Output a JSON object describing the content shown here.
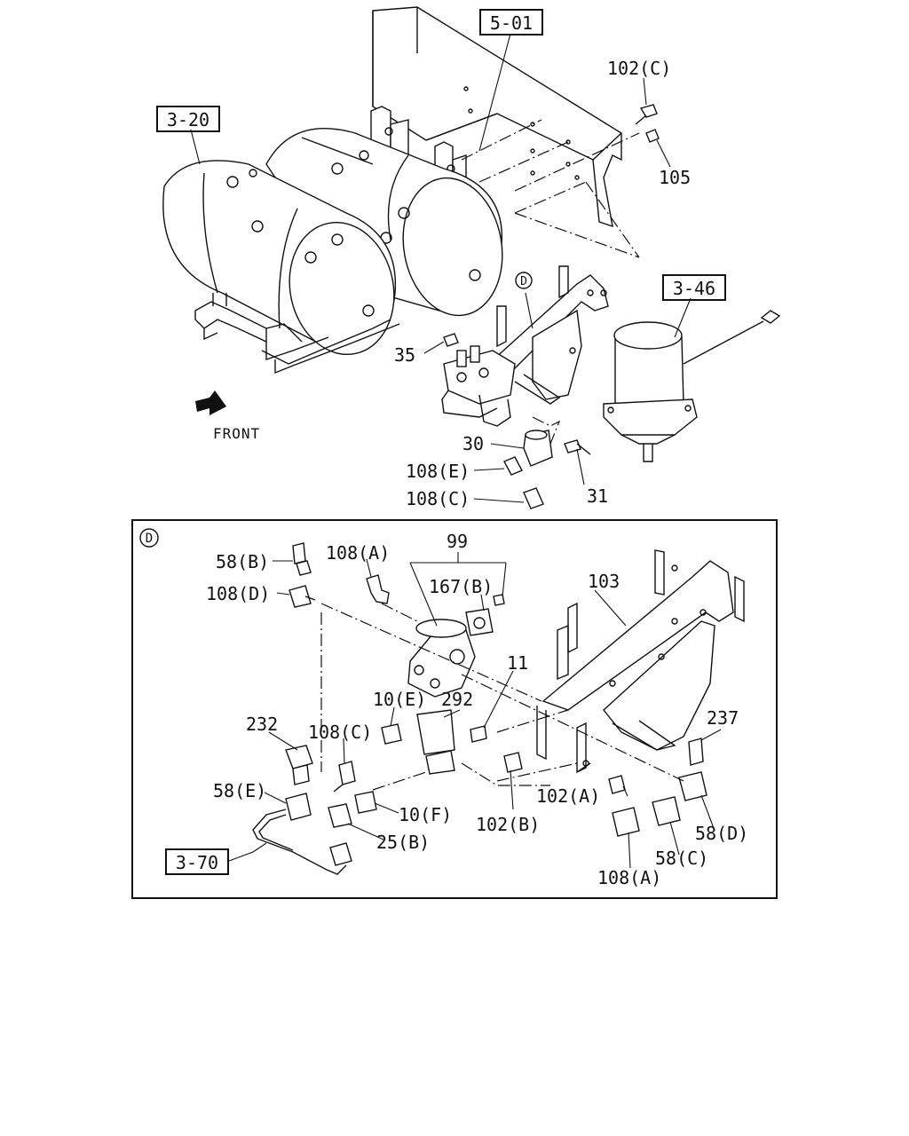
{
  "callouts": {
    "ref_5_01": "5-01",
    "ref_3_20": "3-20",
    "ref_3_46": "3-46",
    "ref_3_70": "3-70",
    "p102c_top": "102(C)",
    "p105": "105",
    "p35": "35",
    "p30": "30",
    "p31": "31",
    "p108e": "108(E)",
    "p108c_top": "108(C)",
    "detail_d_marker": "D",
    "front": "FRONT"
  },
  "detail": {
    "marker": "D",
    "p58b": "58(B)",
    "p108d": "108(D)",
    "p108a_top": "108(A)",
    "p99": "99",
    "p167b": "167(B)",
    "p103": "103",
    "p11": "11",
    "p10e": "10(E)",
    "p292": "292",
    "p232": "232",
    "p108c": "108(C)",
    "p237": "237",
    "p58e": "58(E)",
    "p10f": "10(F)",
    "p102a": "102(A)",
    "p102b": "102(B)",
    "p58d": "58(D)",
    "p25b": "25(B)",
    "p58c": "58(C)",
    "p108a_bottom": "108(A)"
  }
}
